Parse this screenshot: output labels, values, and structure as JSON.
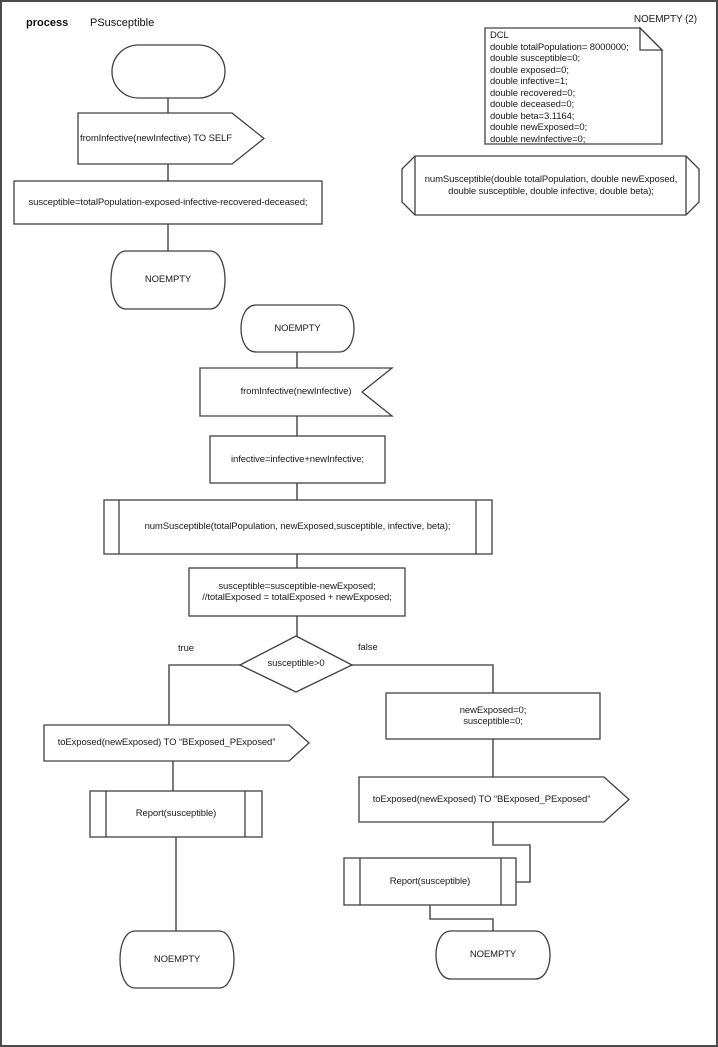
{
  "diagram": {
    "kind_label": "process",
    "name": "PSusceptible",
    "page_ref": "NOEMPTY (2)",
    "dcl_block": "DCL\ndouble totalPopulation= 8000000;\ndouble susceptible=0;\ndouble exposed=0;\ndouble infective=1;\ndouble recovered=0;\ndouble deceased=0;\ndouble beta=3.1164;\ndouble newExposed=0;\ndouble newInfective=0;",
    "procedure_declaration": "numSusceptible(double totalPopulation, double newExposed,\ndouble susceptible, double infective, double beta);",
    "flow_initial": {
      "output_to_self": "fromInfective(newInfective) TO SELF",
      "task_init_susceptible": "susceptible=totalPopulation-exposed-infective-recovered-deceased;",
      "next_state": "NOEMPTY"
    },
    "flow_noempty": {
      "state": "NOEMPTY",
      "input_signal": "fromInfective(newInfective)",
      "task_update_infective": "infective=infective+newInfective;",
      "procedure_call": "numSusceptible(totalPopulation, newExposed,susceptible, infective, beta);",
      "task_update_susceptible": "susceptible=susceptible-newExposed;\n//totalExposed = totalExposed + newExposed;",
      "decision": "susceptible>0",
      "branch_true": {
        "label": "true",
        "output_signal": "toExposed(newExposed) TO “BExposed_PExposed”",
        "procedure_call": "Report(susceptible)",
        "next_state": "NOEMPTY"
      },
      "branch_false": {
        "label": "false",
        "task_reset": "newExposed=0;\nsusceptible=0;",
        "output_signal": "toExposed(newExposed) TO “BExposed_PExposed”",
        "procedure_call": "Report(susceptible)",
        "next_state": "NOEMPTY"
      }
    }
  }
}
